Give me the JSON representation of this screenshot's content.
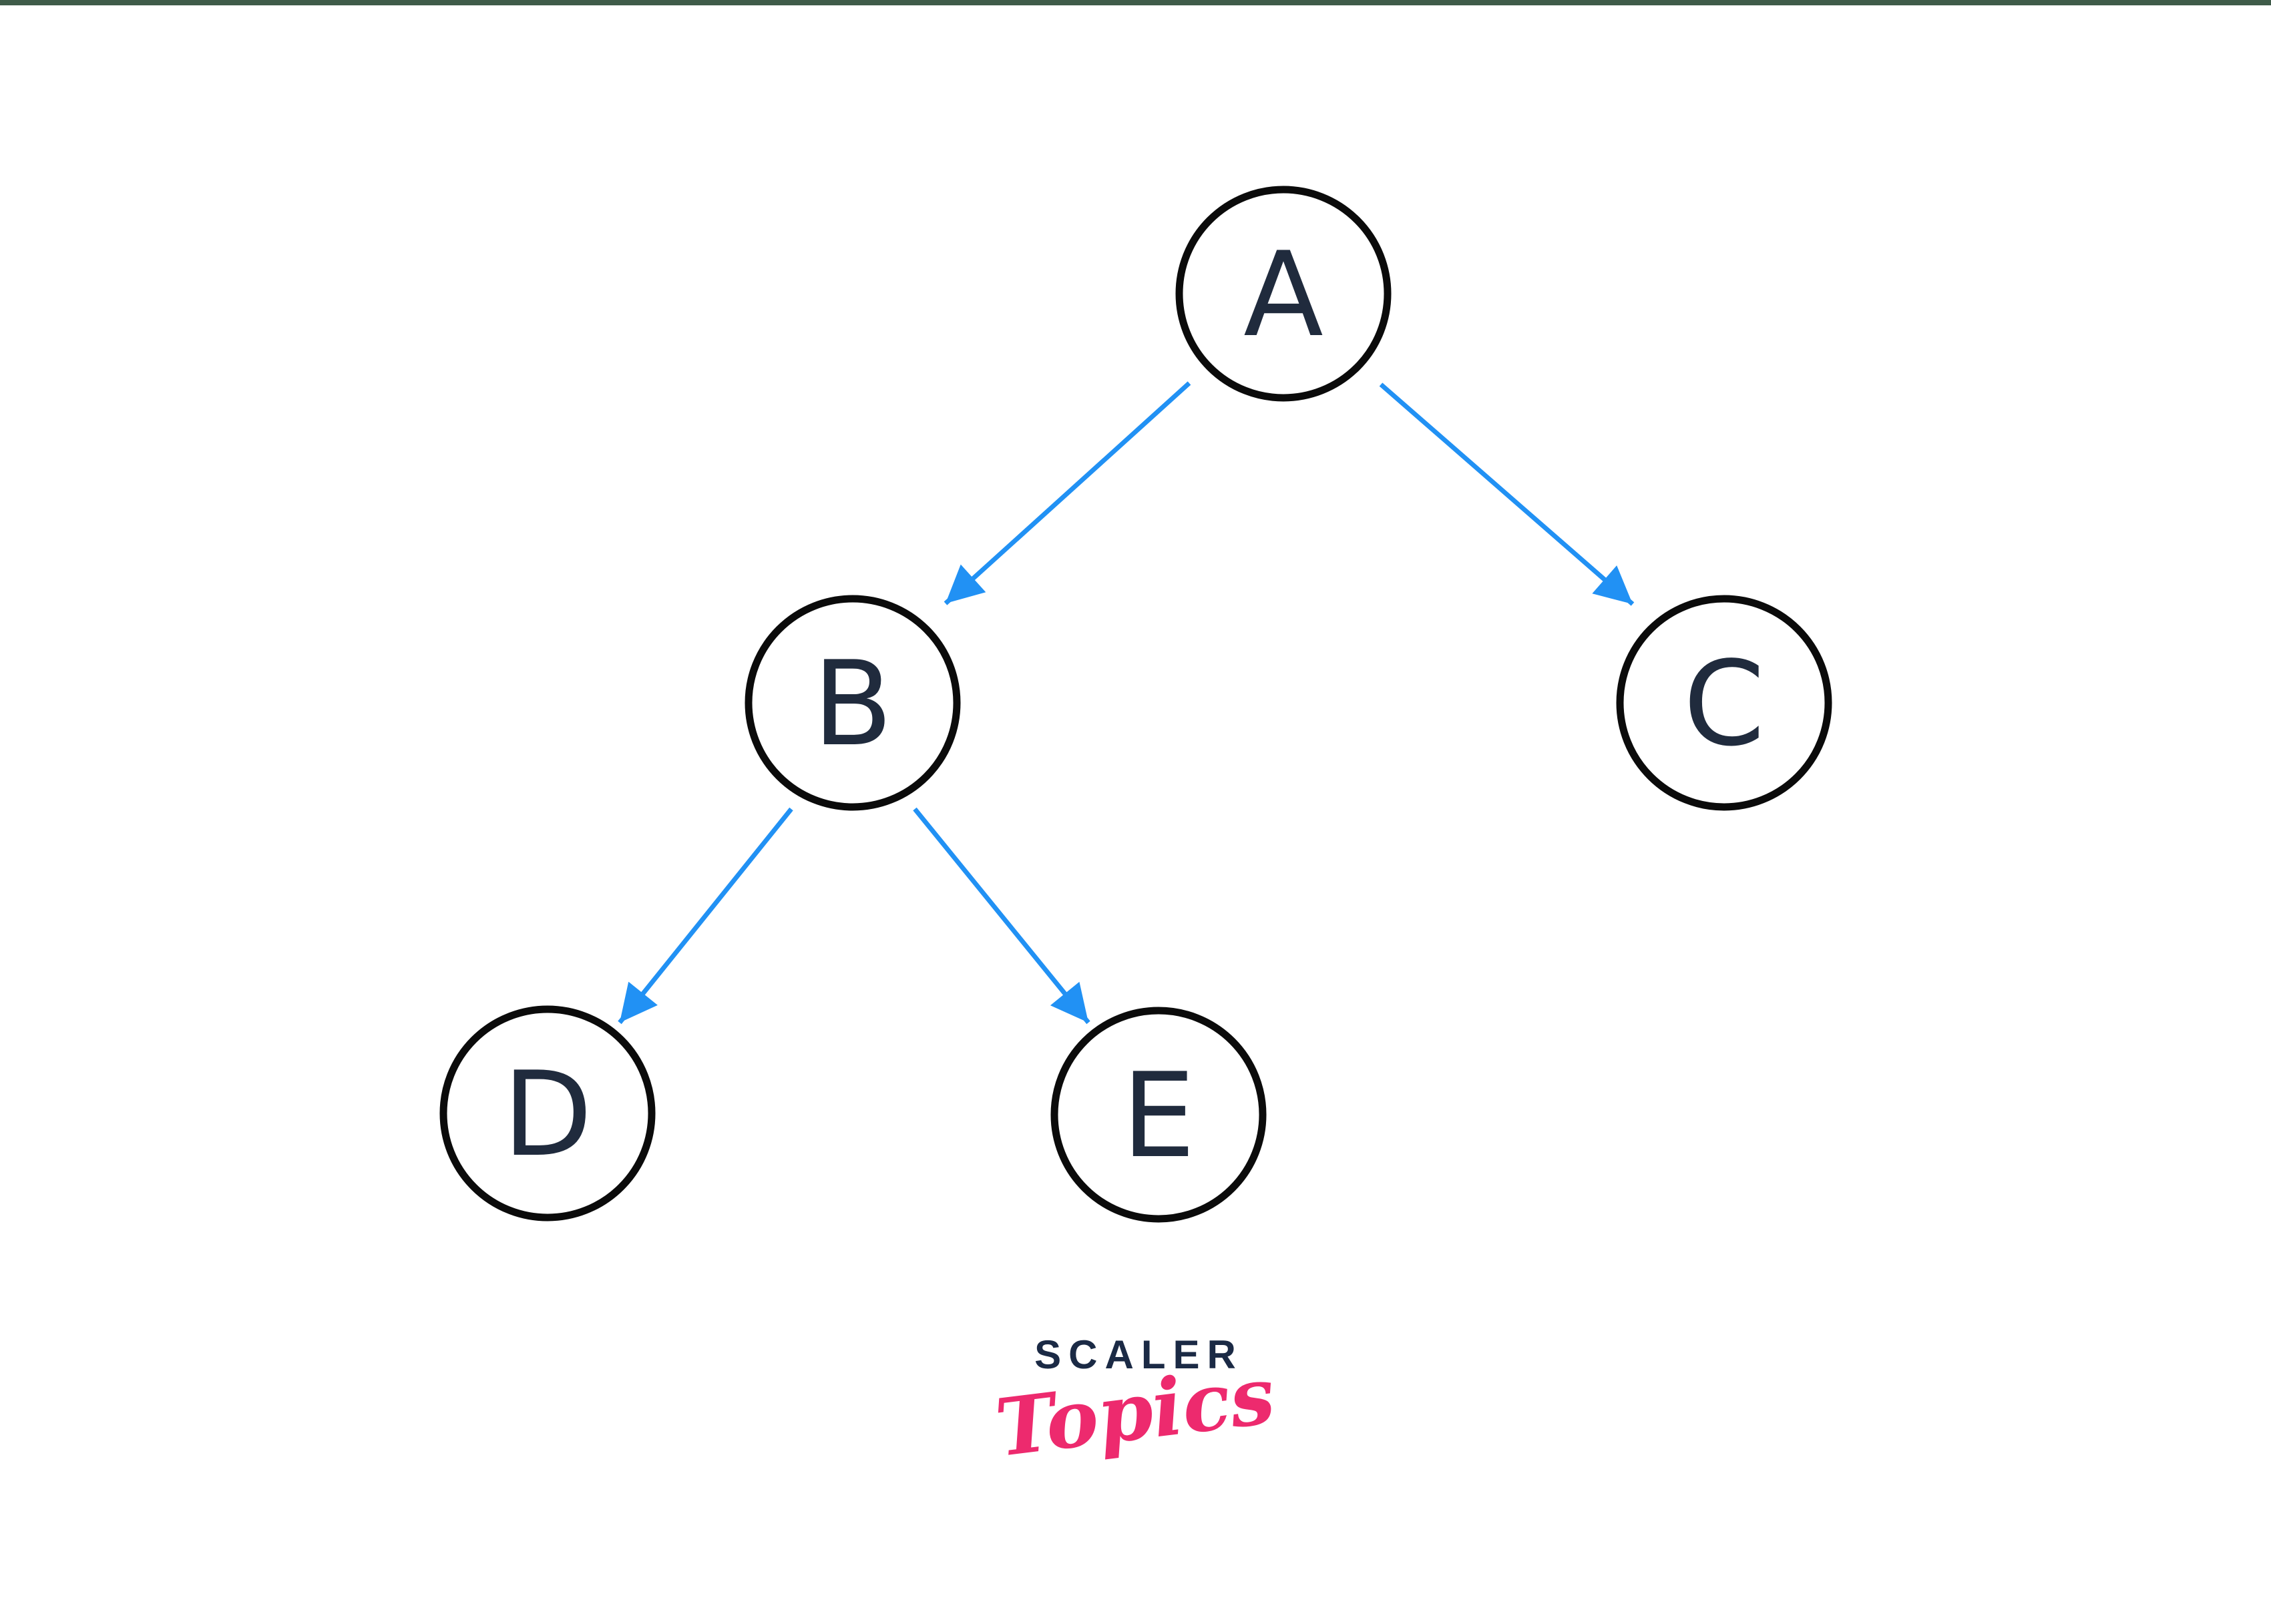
{
  "page": {
    "background_color": "#ffffff",
    "top_bar_color": "#3f5b49"
  },
  "diagram": {
    "type": "binary-tree",
    "nodes": [
      {
        "id": "A",
        "label": "A"
      },
      {
        "id": "B",
        "label": "B"
      },
      {
        "id": "C",
        "label": "C"
      },
      {
        "id": "D",
        "label": "D"
      },
      {
        "id": "E",
        "label": "E"
      }
    ],
    "edges": [
      {
        "from": "A",
        "to": "B"
      },
      {
        "from": "A",
        "to": "C"
      },
      {
        "from": "B",
        "to": "D"
      },
      {
        "from": "B",
        "to": "E"
      }
    ],
    "colors": {
      "edge_arrow": "#2191f4",
      "circle_stroke": "#0b0b0b",
      "circle_fill": "#ffffff",
      "node_text": "#202b3d"
    }
  },
  "logo": {
    "primary": "SCALER",
    "secondary": "Topics",
    "primary_color": "#1b2a45",
    "secondary_color": "#ed2a6e"
  }
}
